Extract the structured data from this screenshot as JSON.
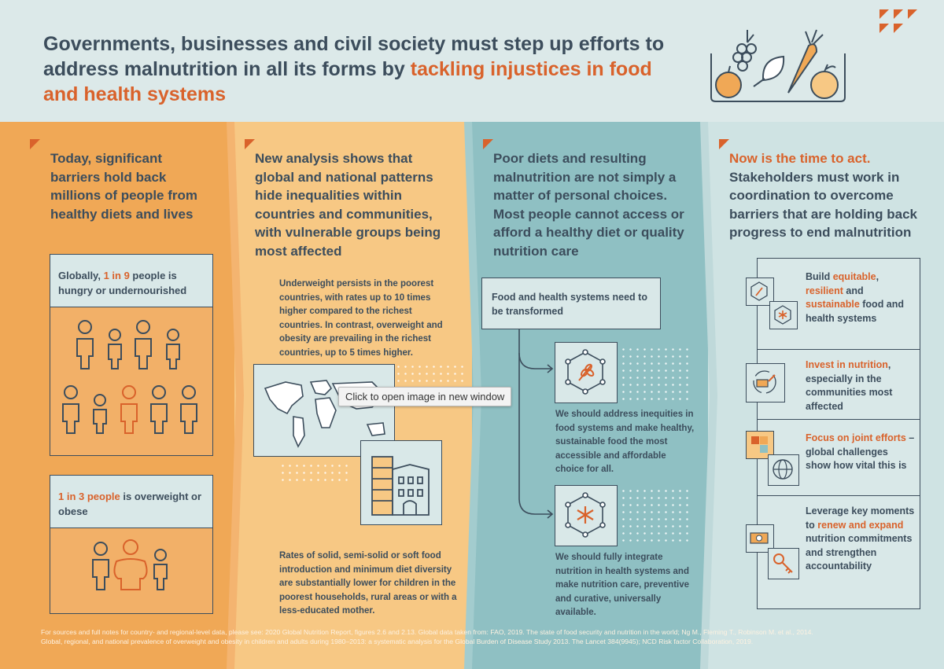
{
  "header": {
    "title_part1": "Governments, businesses and civil society must step up efforts to address malnutrition in all its forms by ",
    "title_highlight": "tackling injustices in food and health systems"
  },
  "col1": {
    "heading": "Today, significant barriers hold back millions of people from healthy diets and lives",
    "box1": {
      "prefix": "Globally, ",
      "highlight": "1 in 9",
      "suffix": " people is hungry or undernourished"
    },
    "box2": {
      "highlight": "1 in 3 people",
      "suffix": " is overweight or obese"
    }
  },
  "col2": {
    "heading": "New analysis shows that global and national patterns hide inequalities within countries and communities, with vulnerable groups being most affected",
    "para1": "Underweight persists in the poorest countries, with rates up to 10 times higher compared to the richest countries. In contrast, overweight and obesity are prevailing in the richest countries, up to 5 times higher.",
    "para2": "Rates of solid, semi-solid or soft food introduction and minimum diet diversity are substantially lower for children in the poorest households, rural areas or with a less-educated mother."
  },
  "col3": {
    "heading": "Poor diets and resulting malnutrition are not simply a matter of personal choices. Most people cannot access or afford a healthy diet or quality nutrition care",
    "box": "Food and health systems need to be transformed",
    "text1": "We should address inequities in food systems and make healthy, sustainable food the most accessible and affordable choice for all.",
    "text2": "We should fully integrate nutrition in health systems and make nutrition care, preventive and curative, universally available."
  },
  "col4": {
    "heading_highlight": "Now is the time to act.",
    "heading_rest": " Stakeholders must work in coordination to overcome barriers that are holding back progress to end malnutrition",
    "actions": [
      {
        "t1": "Build ",
        "h1": "equitable",
        "t2": ", ",
        "h2": "resilient",
        "t3": " and ",
        "h3": "sustainable",
        "t4": " food and health systems"
      },
      {
        "h1": "Invest in nutrition",
        "t1": ", especially in the communities most affected"
      },
      {
        "h1": "Focus on joint efforts",
        "t1": " – global challenges show how vital this is"
      },
      {
        "t1": "Leverage key moments to ",
        "h1": "renew and expand",
        "t2": " nutrition commitments and strengthen accountability"
      }
    ]
  },
  "tooltip": "Click to open image in new window",
  "footer": "For sources and full notes for country- and regional-level data, please see: 2020 Global Nutrition Report, figures 2.6 and 2.13. Global data taken from: FAO, 2019. The state of food security and nutrition in the world; Ng M., Fleming T., Robinson M. et al., 2014. Global, regional, and national prevalence of overweight and obesity in children and adults during 1980–2013: a systematic analysis for the Global Burden of Disease Study 2013. The Lancet 384(9945); NCD Risk factor Collaboration, 2019.",
  "colors": {
    "orange": "#d9622b",
    "navy": "#3c4d5c",
    "col1": "#f0a856",
    "col2": "#f7c884",
    "col3": "#8fc0c3",
    "col4": "#cfe3e3"
  }
}
